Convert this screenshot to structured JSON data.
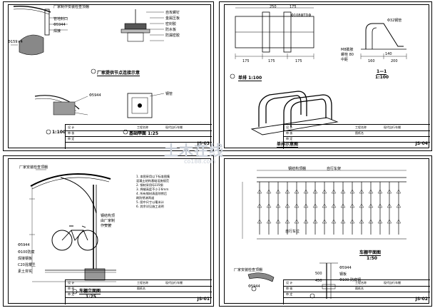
{
  "watermark": {
    "text": "土木在线",
    "sub": "co188.com"
  },
  "sheet1": {
    "labels": {
      "l1": "厂家制作安装检查顶棚",
      "l2": "管地封口",
      "l3": "Φ5944",
      "l4": "焊接",
      "l5": "Φ159×4",
      "r1": "自攻螺钉",
      "r2": "金属压板",
      "r3": "密封胶",
      "r4": "防水板",
      "r5": "防漏密胶",
      "d1": "Φ5944",
      "d2": "钢管"
    },
    "title_top": "厂家提供节点连接示意",
    "title_left": "1:100",
    "title_right": "基础平面 1:25",
    "title_block": {
      "c1": "设 计",
      "c2": "工程名称",
      "c3": "现代自行车棚",
      "c4": "图纸名",
      "c5": "审 核",
      "c6": "审 定",
      "sheet": "JS-03"
    }
  },
  "sheet2": {
    "labels": {
      "pipe": "Φ108ΦTDΦ",
      "pipe2": "Φ32钢管",
      "bolt": "M8膨胀",
      "b2": "螺栓 80",
      "b3": "中距",
      "dim1": "175",
      "dim2": "175",
      "dim3": "175",
      "dim4": "250",
      "dim5": "175",
      "dim6": "160",
      "dim7": "200",
      "dim8": "140"
    },
    "title_plan": "单排 1:100",
    "title_section": "1—1",
    "scale_section": "1:100",
    "title_iso": "单排示意图",
    "title_block": {
      "c1": "设 计",
      "c2": "工程名称",
      "c3": "现代自行车棚",
      "c4": "图纸名",
      "c5": "审 核",
      "c6": "审 定",
      "sheet": "JS-04"
    }
  },
  "sheet3": {
    "labels": {
      "l1": "厂家安装检查顶棚",
      "l2": "Φ5944",
      "l3": "Φ100防腐",
      "l4": "焊接钢板",
      "l5": "C20混凝土",
      "l6": "素土夯实",
      "m1": "钢结构顶",
      "m2": "由厂家制",
      "m3": "作安装"
    },
    "notes": [
      "1. 本图采用以下标准图集",
      "   混凝土结构基础设施规范",
      "2. 钢材采用Q235钢",
      "3. 焊缝高度不小于6mm",
      "4. 所有钢材表面除锈后",
      "   刷防锈漆两道",
      "5. 图中尺寸以毫米计",
      "6. 其余详见施工说明"
    ],
    "title": "车棚立面图",
    "scale": "1:25",
    "title_block": {
      "c1": "设 计",
      "c2": "工程名称",
      "c3": "现代自行车棚",
      "c4": "图纸名",
      "c5": "审 核",
      "c6": "审 定",
      "sheet": "JS-01"
    }
  },
  "sheet4": {
    "labels": {
      "top1": "钢结构顶棚",
      "top2": "自行车架",
      "side": "自行车位",
      "bl1": "厂家安装检查顶棚",
      "bl2": "Φ5944",
      "r1": "Φ5944",
      "r2": "钢板",
      "r3": "Φ100 防腐钢",
      "r4": "500",
      "r5": "450"
    },
    "title": "车棚平面图",
    "scale": "1:50",
    "title_block": {
      "c1": "设 计",
      "c2": "工程名称",
      "c3": "现代自行车棚",
      "c4": "图纸名",
      "c5": "审 核",
      "c6": "审 定",
      "sheet": "JS-02"
    }
  }
}
